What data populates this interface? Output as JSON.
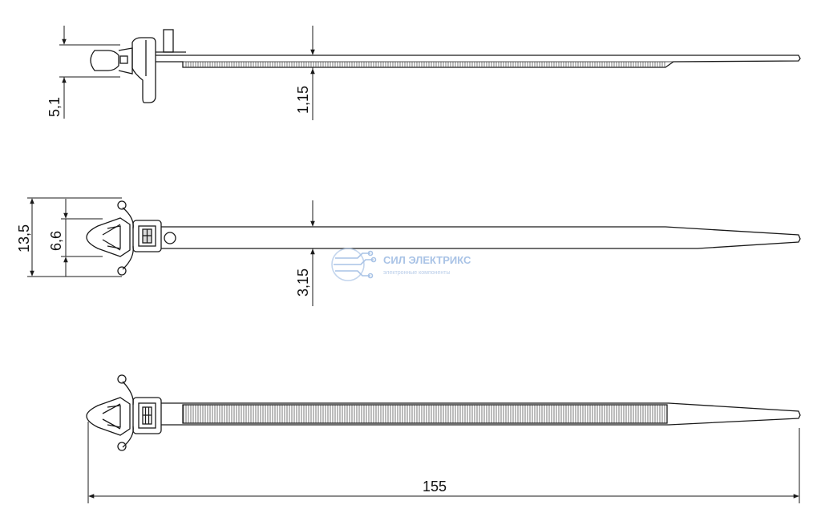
{
  "dimensions": {
    "side_head_height": "5,1",
    "side_strap_thickness": "1,15",
    "top_overall_width": "13,5",
    "top_head_width": "6,6",
    "top_strap_width": "3,15",
    "overall_length": "155"
  },
  "watermark": {
    "brand": "СИЛ ЭЛЕКТРИКС",
    "tagline": "электронные компоненты",
    "color": "#a9c3e6"
  },
  "colors": {
    "line": "#1a1a1a",
    "serration": "#555555"
  }
}
